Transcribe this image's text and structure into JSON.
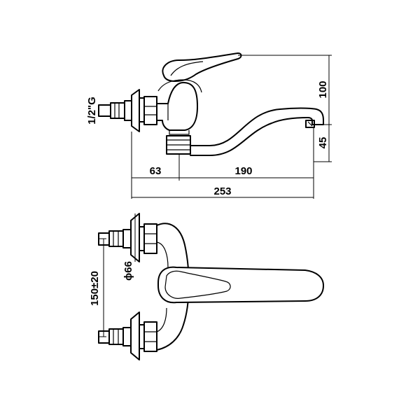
{
  "dimensions": {
    "thread": "1/2\"G",
    "height_total": "100",
    "height_spout": "45",
    "offset": "63",
    "reach": "190",
    "length_total": "253",
    "diameter": "ϕ66",
    "centers": "150±20"
  }
}
